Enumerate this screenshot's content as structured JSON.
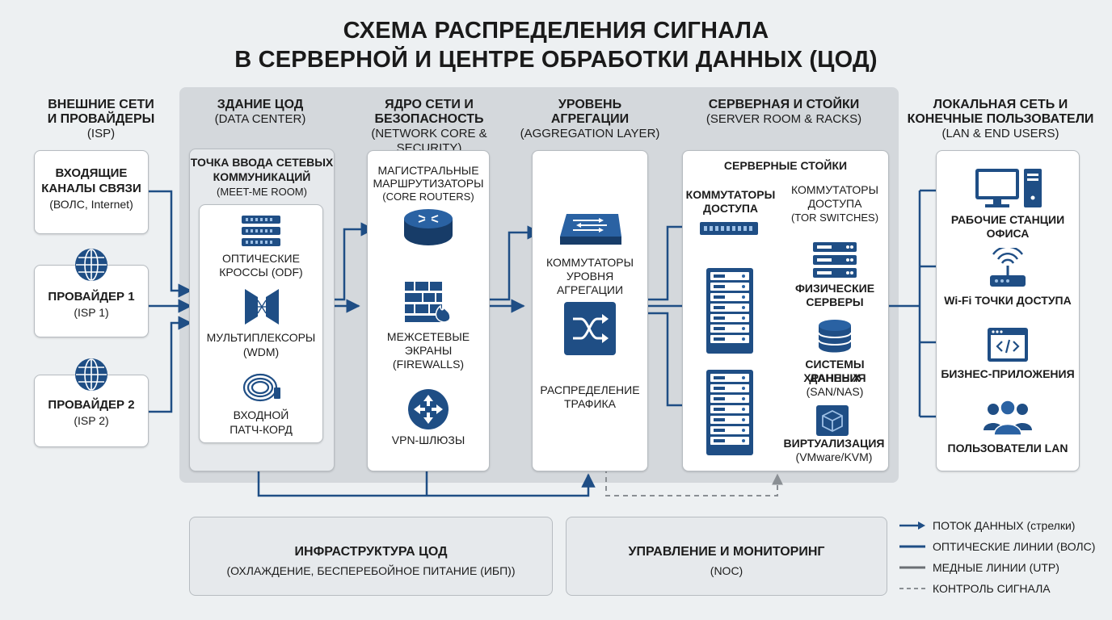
{
  "title": {
    "line1": "СХЕМА РАСПРЕДЕЛЕНИЯ СИГНАЛА",
    "line2": "В СЕРВЕРНОЙ И ЦЕНТРЕ ОБРАБОТКИ ДАННЫХ  (ЦОД)"
  },
  "columns": {
    "external": {
      "line1": "ВНЕШНИЕ СЕТИ",
      "line2": "И ПРОВАЙДЕРЫ",
      "sub": "(ISP)"
    },
    "building": {
      "line1": "ЗДАНИЕ ЦОД",
      "sub": "(DATA CENTER)"
    },
    "core": {
      "line1": "ЯДРО СЕТИ И",
      "line2": "БЕЗОПАСНОСТЬ",
      "sub": "(NETWORK CORE & SECURITY)"
    },
    "aggregation": {
      "line1": "УРОВЕНЬ",
      "line2": "АГРЕГАЦИИ",
      "sub": "(AGGREGATION LAYER)"
    },
    "server": {
      "line1": "СЕРВЕРНАЯ И СТОЙКИ",
      "sub": "(SERVER ROOM & RACKS)"
    },
    "lan": {
      "line1": "ЛОКАЛЬНАЯ СЕТЬ И",
      "line2": "КОНЕЧНЫЕ ПОЛЬЗОВАТЕЛИ",
      "sub": "(LAN & END USERS)"
    }
  },
  "isp": {
    "incoming": {
      "line1": "ВХОДЯЩИЕ",
      "line2": "КАНАЛЫ СВЯЗИ",
      "line3": "(ВОЛС, Internet)"
    },
    "isp1": {
      "line1": "ПРОВАЙДЕР 1",
      "line2": "(ISP 1)",
      "icon": "globe-icon"
    },
    "isp2": {
      "line1": "ПРОВАЙДЕР 2",
      "line2": "(ISP 2)",
      "icon": "globe-icon"
    }
  },
  "mmr": {
    "title1": "ТОЧКА ВВОДА СЕТЕВЫХ",
    "title2": "КОММУНИКАЦИЙ",
    "title3": "(MEET-ME ROOM)",
    "odf1": "ОПТИЧЕСКИЕ",
    "odf2": "КРОССЫ (ODF)",
    "wdm1": "МУЛЬТИПЛЕКСОРЫ",
    "wdm2": "(WDM)",
    "patch1": "ВХОДНОЙ",
    "patch2": "ПАТЧ-КОРД"
  },
  "core": {
    "routers1": "МАГИСТРАЛЬНЫЕ",
    "routers2": "МАРШРУТИЗАТОРЫ",
    "routers3": "(CORE ROUTERS)",
    "fw1": "МЕЖСЕТЕВЫЕ",
    "fw2": "ЭКРАНЫ",
    "fw3": "(FIREWALLS)",
    "vpn": "VPN-ШЛЮЗЫ"
  },
  "aggregation": {
    "sw1": "КОММУТАТОРЫ",
    "sw2": "УРОВНЯ АГРЕГАЦИИ",
    "dist1": "РАСПРЕДЕЛЕНИЕ",
    "dist2": "ТРАФИКА"
  },
  "racks": {
    "title": "СЕРВЕРНЫЕ СТОЙКИ",
    "access1": "КОММУТАТОРЫ",
    "access2": "ДОСТУПА",
    "tor1": "КОММУТАТОРЫ",
    "tor2": "ДОСТУПА",
    "tor3": "(TOR SWITCHES)",
    "phys1": "ФИЗИЧЕСКИЕ",
    "phys2": "СЕРВЕРЫ",
    "san1": "СИСТЕМЫ ХРАНЕНИЯ",
    "san2": "ДАННЫХ",
    "san3": "(SAN/NAS)",
    "virt1": "ВИРТУАЛИЗАЦИЯ",
    "virt2": "(VMware/KVM)"
  },
  "lan": {
    "ws1": "РАБОЧИЕ СТАНЦИИ",
    "ws2": "ОФИСА",
    "wifi": "Wi-Fi ТОЧКИ ДОСТУПА",
    "apps": "БИЗНЕС-ПРИЛОЖЕНИЯ",
    "users": "ПОЛЬЗОВАТЕЛИ LAN"
  },
  "bottom": {
    "infra_title": "ИНФРАСТРУКТУРА ЦОД",
    "infra_sub": "(ОХЛАЖДЕНИЕ, БЕСПЕРЕБОЙНОЕ ПИТАНИЕ (ИБП))",
    "noc_title": "УПРАВЛЕНИЕ И МОНИТОРИНГ",
    "noc_sub": "(NOC)"
  },
  "legend": {
    "flow": "ПОТОК ДАННЫХ (стрелки)",
    "optical": "ОПТИЧЕСКИЕ ЛИНИИ (ВОЛС)",
    "copper": "МЕДНЫЕ ЛИНИИ (UTP)",
    "control": "КОНТРОЛЬ СИГНАЛА"
  },
  "colors": {
    "primary": "#1f4e85",
    "copper": "#6b6f74",
    "dashed": "#8a8f94",
    "bg": "#edf0f2",
    "dc_bg": "#d4d8dc"
  }
}
